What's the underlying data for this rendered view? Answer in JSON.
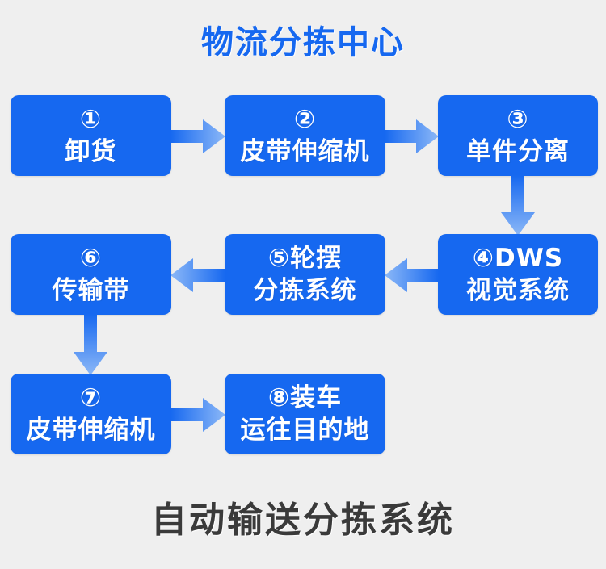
{
  "header": {
    "title": "物流分拣中心"
  },
  "footer": {
    "caption": "自动输送分拣系统"
  },
  "colors": {
    "background": "#efefef",
    "node_blue": "#1668f0",
    "arrow_dark": "#1668f0",
    "arrow_light": "#8cb8f7",
    "title_blue": "#1668f0",
    "caption_gray": "#3a3a3a",
    "node_text": "#ffffff"
  },
  "flow": {
    "nodes": [
      {
        "id": "1",
        "marker": "①",
        "lines": [
          "①",
          "卸货"
        ]
      },
      {
        "id": "2",
        "marker": "②",
        "lines": [
          "②",
          "皮带伸缩机"
        ]
      },
      {
        "id": "3",
        "marker": "③",
        "lines": [
          "③",
          "单件分离"
        ]
      },
      {
        "id": "4",
        "marker": "④",
        "lines": [
          "④DWS",
          "视觉系统"
        ]
      },
      {
        "id": "5",
        "marker": "⑤",
        "lines": [
          "⑤轮摆",
          "分拣系统"
        ]
      },
      {
        "id": "6",
        "marker": "⑥",
        "lines": [
          "⑥",
          "传输带"
        ]
      },
      {
        "id": "7",
        "marker": "⑦",
        "lines": [
          "⑦",
          "皮带伸缩机"
        ]
      },
      {
        "id": "8",
        "marker": "⑧",
        "lines": [
          "⑧装车",
          "运往目的地"
        ]
      }
    ],
    "connectors": [
      {
        "from": "1",
        "to": "2",
        "direction": "right"
      },
      {
        "from": "2",
        "to": "3",
        "direction": "right"
      },
      {
        "from": "3",
        "to": "4",
        "direction": "down"
      },
      {
        "from": "4",
        "to": "5",
        "direction": "left"
      },
      {
        "from": "5",
        "to": "6",
        "direction": "left"
      },
      {
        "from": "6",
        "to": "7",
        "direction": "down"
      },
      {
        "from": "7",
        "to": "8",
        "direction": "right"
      }
    ]
  }
}
